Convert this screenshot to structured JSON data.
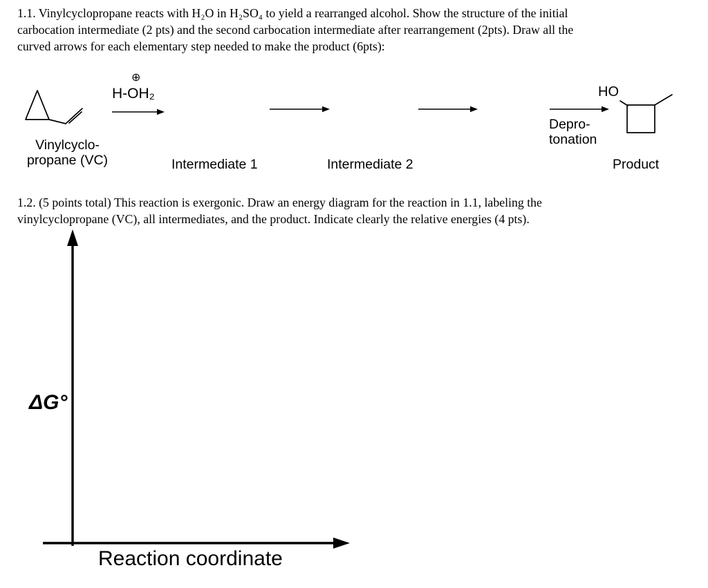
{
  "questions": {
    "q11_lines": [
      "1.1. Vinylcyclopropane reacts with H₂O in H₂SO₄ to yield a rearranged alcohol. Show the structure of the initial",
      "carbocation intermediate (2 pts) and the second carbocation intermediate after rearrangement (2pts). Draw all the",
      "curved arrows for each elementary step needed to make the product (6pts):"
    ],
    "q12_lines": [
      "1.2. (5 points total) This reaction is exergonic. Draw an energy diagram for the reaction in 1.1, labeling the",
      "vinylcyclopropane (VC), all intermediates, and the product. Indicate clearly the relative energies (4 pts)."
    ]
  },
  "scheme": {
    "reagent": {
      "plus_symbol": "⊕",
      "label": "H-OH₂"
    },
    "labels": {
      "vc_line1": "Vinylcyclo-",
      "vc_line2": "propane (VC)",
      "intermediate1": "Intermediate 1",
      "intermediate2": "Intermediate 2",
      "deprotonation_line1": "Depro-",
      "deprotonation_line2": "tonation",
      "product": "Product",
      "hydroxyl": "HO"
    }
  },
  "energy_diagram": {
    "y_axis_label": "ΔG°",
    "x_axis_label": "Reaction coordinate"
  },
  "colors": {
    "ink": "#000000",
    "background": "#ffffff"
  }
}
